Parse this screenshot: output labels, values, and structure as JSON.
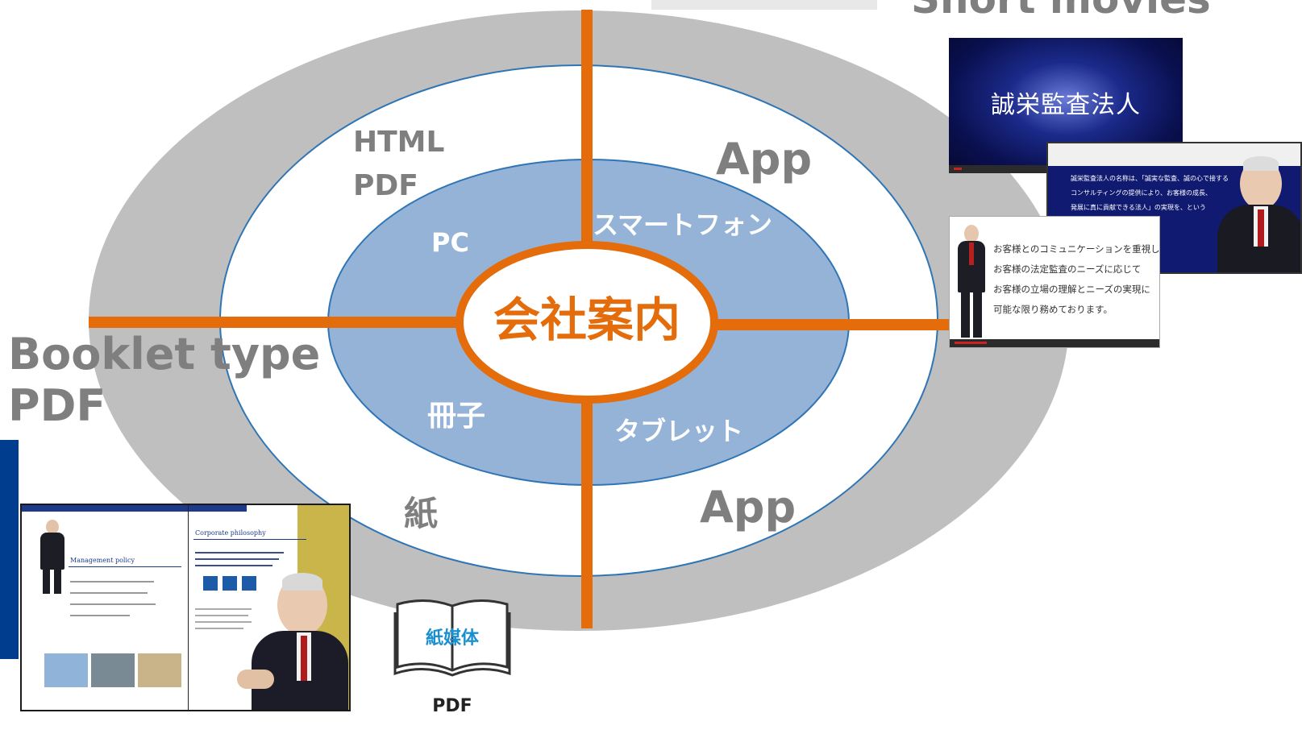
{
  "diagram": {
    "center_label": "会社案内",
    "inner_ring": {
      "pc": "PC",
      "smartphone": "スマートフォン",
      "booklet": "冊子",
      "tablet": "タブレット"
    },
    "middle_ring": {
      "html": "HTML",
      "pdf": "PDF",
      "app_top": "App",
      "paper": "紙",
      "app_bottom": "App"
    },
    "outer_labels": {
      "short_movies": "Short movies",
      "booklet_type": "Booklet type",
      "booklet_pdf": "PDF"
    },
    "colors": {
      "orange": "#e46c0a",
      "inner_blue": "#95b3d7",
      "outer_gray": "#bfbfbf",
      "ring_border": "#2e75b6",
      "label_gray": "#7f7f7f"
    }
  },
  "video_thumbs": {
    "title_card": "誠栄監査法人",
    "caption_lines": [
      "誠栄監査法人の名称は、「誠実な監査、誠の心で接する",
      "コンサルティングの提供により、お客様の成長、",
      "発展に真に貢献できる法人」の実現を、という"
    ],
    "quote_lines": [
      "お客様とのコミュニケーションを重視し",
      "お客様の法定監査のニーズに応じて",
      "お客様の立場の理解とニーズの実現に",
      "可能な限り務めております。"
    ]
  },
  "booklet": {
    "left_page_heading": "Management policy",
    "right_page_heading": "Corporate philosophy"
  },
  "paper_media": {
    "book_label": "紙媒体",
    "caption": "PDF"
  }
}
